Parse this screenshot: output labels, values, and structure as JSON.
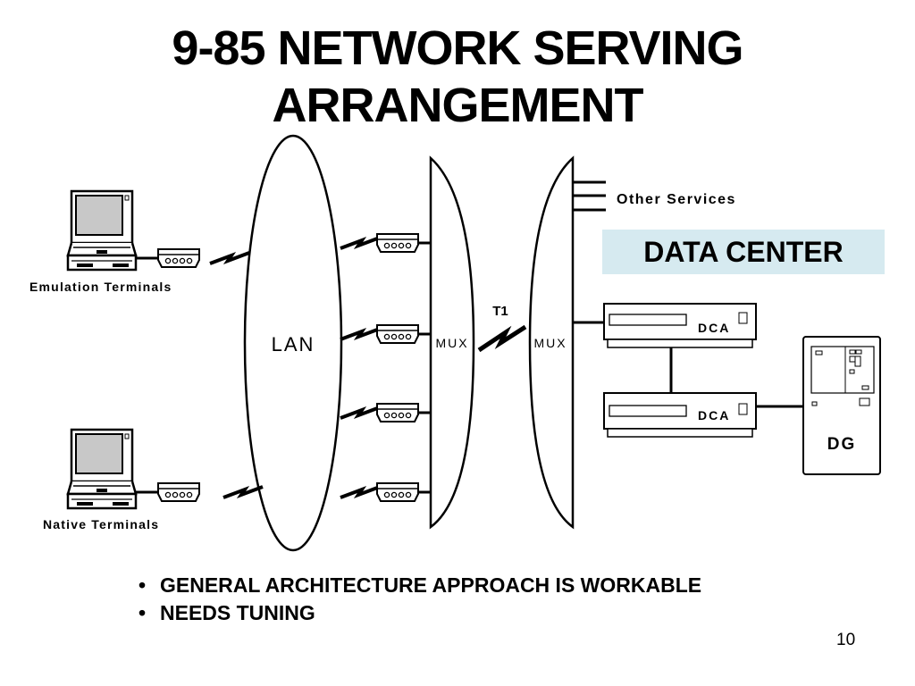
{
  "slide": {
    "title_line1": "9-85 NETWORK SERVING",
    "title_line2": "ARRANGEMENT",
    "page_number": "10"
  },
  "diagram": {
    "lan_label": "LAN",
    "mux_left_label": "MUX",
    "mux_right_label": "MUX",
    "t1_label": "T1",
    "other_services_label": "Other Services",
    "data_center_label": "DATA CENTER",
    "dca_top_label": "DCA",
    "dca_bottom_label": "DCA",
    "dg_label": "DG",
    "emulation_terminals_label": "Emulation Terminals",
    "native_terminals_label": "Native Terminals"
  },
  "bullets": [
    "GENERAL ARCHITECTURE APPROACH IS WORKABLE",
    "NEEDS TUNING"
  ],
  "colors": {
    "data_center_fill": "#d6eaf0",
    "screen_fill": "#c8c8c8"
  }
}
